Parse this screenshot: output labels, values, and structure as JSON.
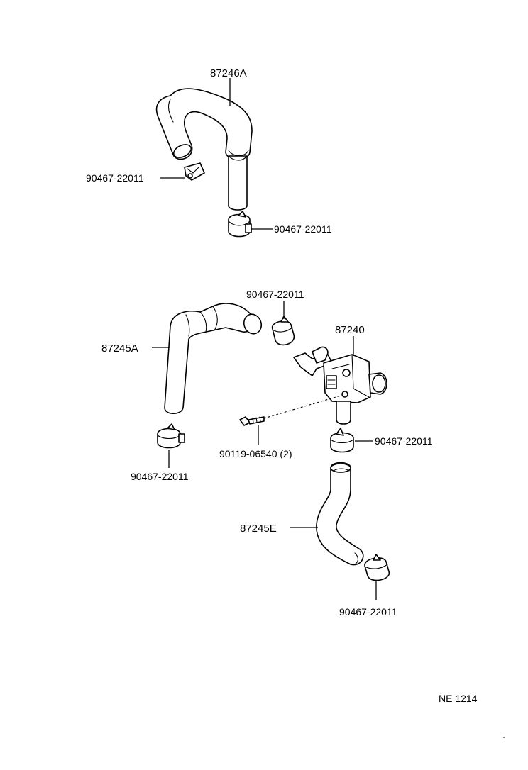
{
  "parts": {
    "hose_upper": "87246A",
    "hose_left": "87245A",
    "valve": "87240",
    "hose_lower": "87245E",
    "bolt": "90119-06540 (2)",
    "clamp_1": "90467-22011",
    "clamp_2": "90467-22011",
    "clamp_3": "90467-22011",
    "clamp_4": "90467-22011",
    "clamp_5": "90467-22011",
    "clamp_6": "90467-22011"
  },
  "diagram_code": "NE 1214"
}
